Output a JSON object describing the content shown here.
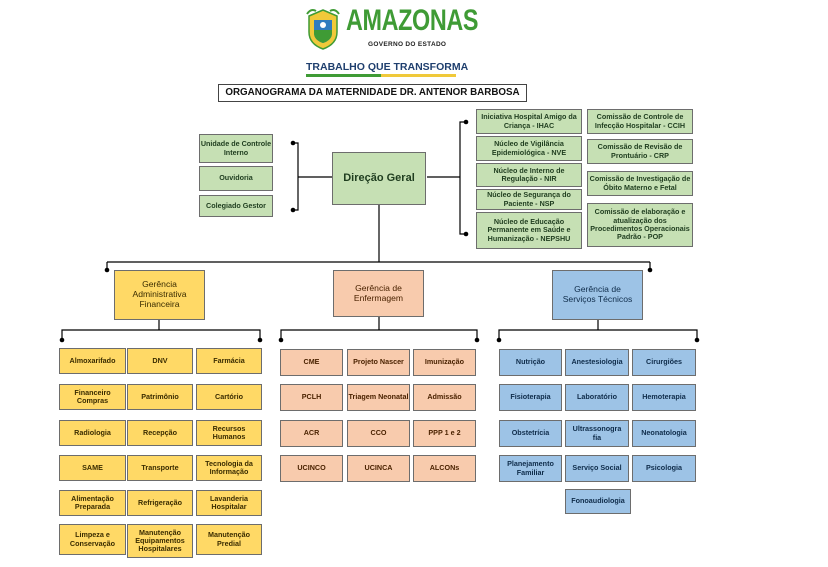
{
  "header": {
    "brand": "AMAZONAS",
    "brand_sub": "GOVERNO DO ESTADO",
    "slogan": "TRABALHO QUE TRANSFORMA",
    "title": "ORGANOGRAMA DA MATERNIDADE DR. ANTENOR BARBOSA"
  },
  "left_units": [
    "Unidade de Controle Interno",
    "Ouvidoria",
    "Colegiado Gestor"
  ],
  "center": "Direção Geral",
  "right_col1": [
    "Iniciativa Hospital Amigo da Criança - IHAC",
    "Núcleo de Vigilância Epidemiológica - NVE",
    "Núcleo de Interno de Regulação - NIR",
    "Núcleo de Segurança do Paciente - NSP",
    "Núcleo de Educação Permanente em Saúde e Humanização - NEPSHU"
  ],
  "right_col2": [
    "Comissão de Controle de Infecção Hospitalar - CCIH",
    "Comissão de Revisão de Prontuário - CRP",
    "Comissão de Investigação de Óbito Materno e Fetal",
    "Comissão de elaboração e atualização dos Procedimentos Operacionais Padrão - POP"
  ],
  "managements": {
    "admin": "Gerência Administrativa Financeira",
    "nursing": "Gerência de Enfermagem",
    "technical": "Gerência de Serviços Técnicos"
  },
  "admin_units": [
    [
      "Almoxarifado",
      "DNV",
      "Farmácia"
    ],
    [
      "Financeiro Compras",
      "Patrimônio",
      "Cartório"
    ],
    [
      "Radiologia",
      "Recepção",
      "Recursos Humanos"
    ],
    [
      "SAME",
      "Transporte",
      "Tecnologia da Informação"
    ],
    [
      "Alimentação Preparada",
      "Refrigeração",
      "Lavanderia Hospitalar"
    ],
    [
      "Limpeza e Conservação",
      "Manutenção Equipamentos Hospitalares",
      "Manutenção Predial"
    ]
  ],
  "nursing_units": [
    [
      "CME",
      "Projeto Nascer",
      "Imunização"
    ],
    [
      "PCLH",
      "Triagem Neonatal",
      "Admissão"
    ],
    [
      "ACR",
      "CCO",
      "PPP 1 e 2"
    ],
    [
      "UCINCO",
      "UCINCA",
      "ALCONs"
    ]
  ],
  "technical_units": [
    [
      "Nutrição",
      "Anestesiologia",
      "Cirurgiões"
    ],
    [
      "Fisioterapia",
      "Laboratório",
      "Hemoterapia"
    ],
    [
      "Obstetrícia",
      "Ultrassonografia",
      "Neonatologia"
    ],
    [
      "Planejamento Familiar",
      "Serviço Social",
      "Psicologia"
    ],
    [
      "Fonoaudiologia"
    ]
  ],
  "colors": {
    "green": "#c6e0b4",
    "yellow": "#ffd966",
    "salmon": "#f8cbad",
    "blue": "#9dc3e6",
    "brand_green": "#3f9b35",
    "slogan_blue": "#1f3f6e"
  }
}
